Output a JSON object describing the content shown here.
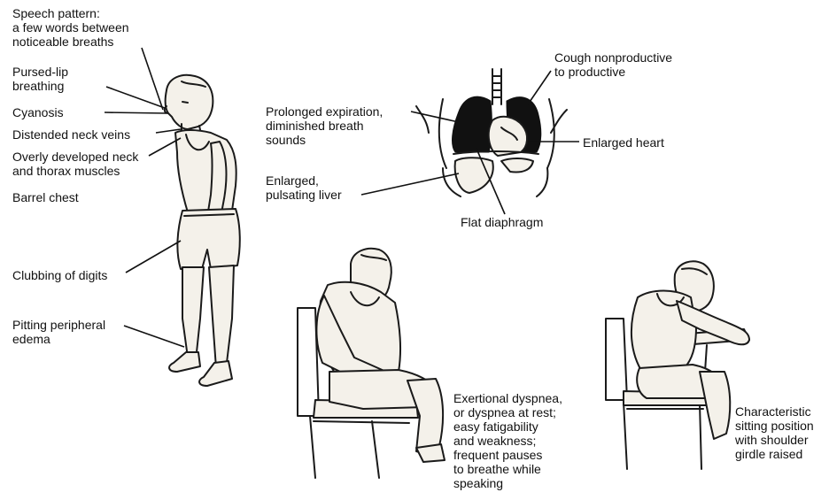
{
  "labels": {
    "speech_pattern": "Speech pattern:\na few words between\nnoticeable breaths",
    "pursed_lip": "Pursed-lip\nbreathing",
    "cyanosis": "Cyanosis",
    "neck_veins": "Distended neck veins",
    "neck_muscles": "Overly developed neck\nand thorax muscles",
    "barrel_chest": "Barrel chest",
    "clubbing": "Clubbing of digits",
    "edema": "Pitting peripheral\nedema",
    "cough": "Cough nonproductive\nto productive",
    "expiration": "Prolonged expiration,\ndiminished breath\nsounds",
    "enlarged_heart": "Enlarged heart",
    "liver": "Enlarged,\npulsating liver",
    "diaphragm": "Flat diaphragm",
    "dyspnea": "Exertional dyspnea,\nor dyspnea at rest;\neasy fatigability\nand weakness;\nfrequent pauses\nto breathe while\nspeaking",
    "sitting": "Characteristic\nsitting position\nwith shoulder\ngirdle raised"
  },
  "colors": {
    "ink": "#111111",
    "paper": "#ffffff",
    "lung_fill": "#111111"
  }
}
